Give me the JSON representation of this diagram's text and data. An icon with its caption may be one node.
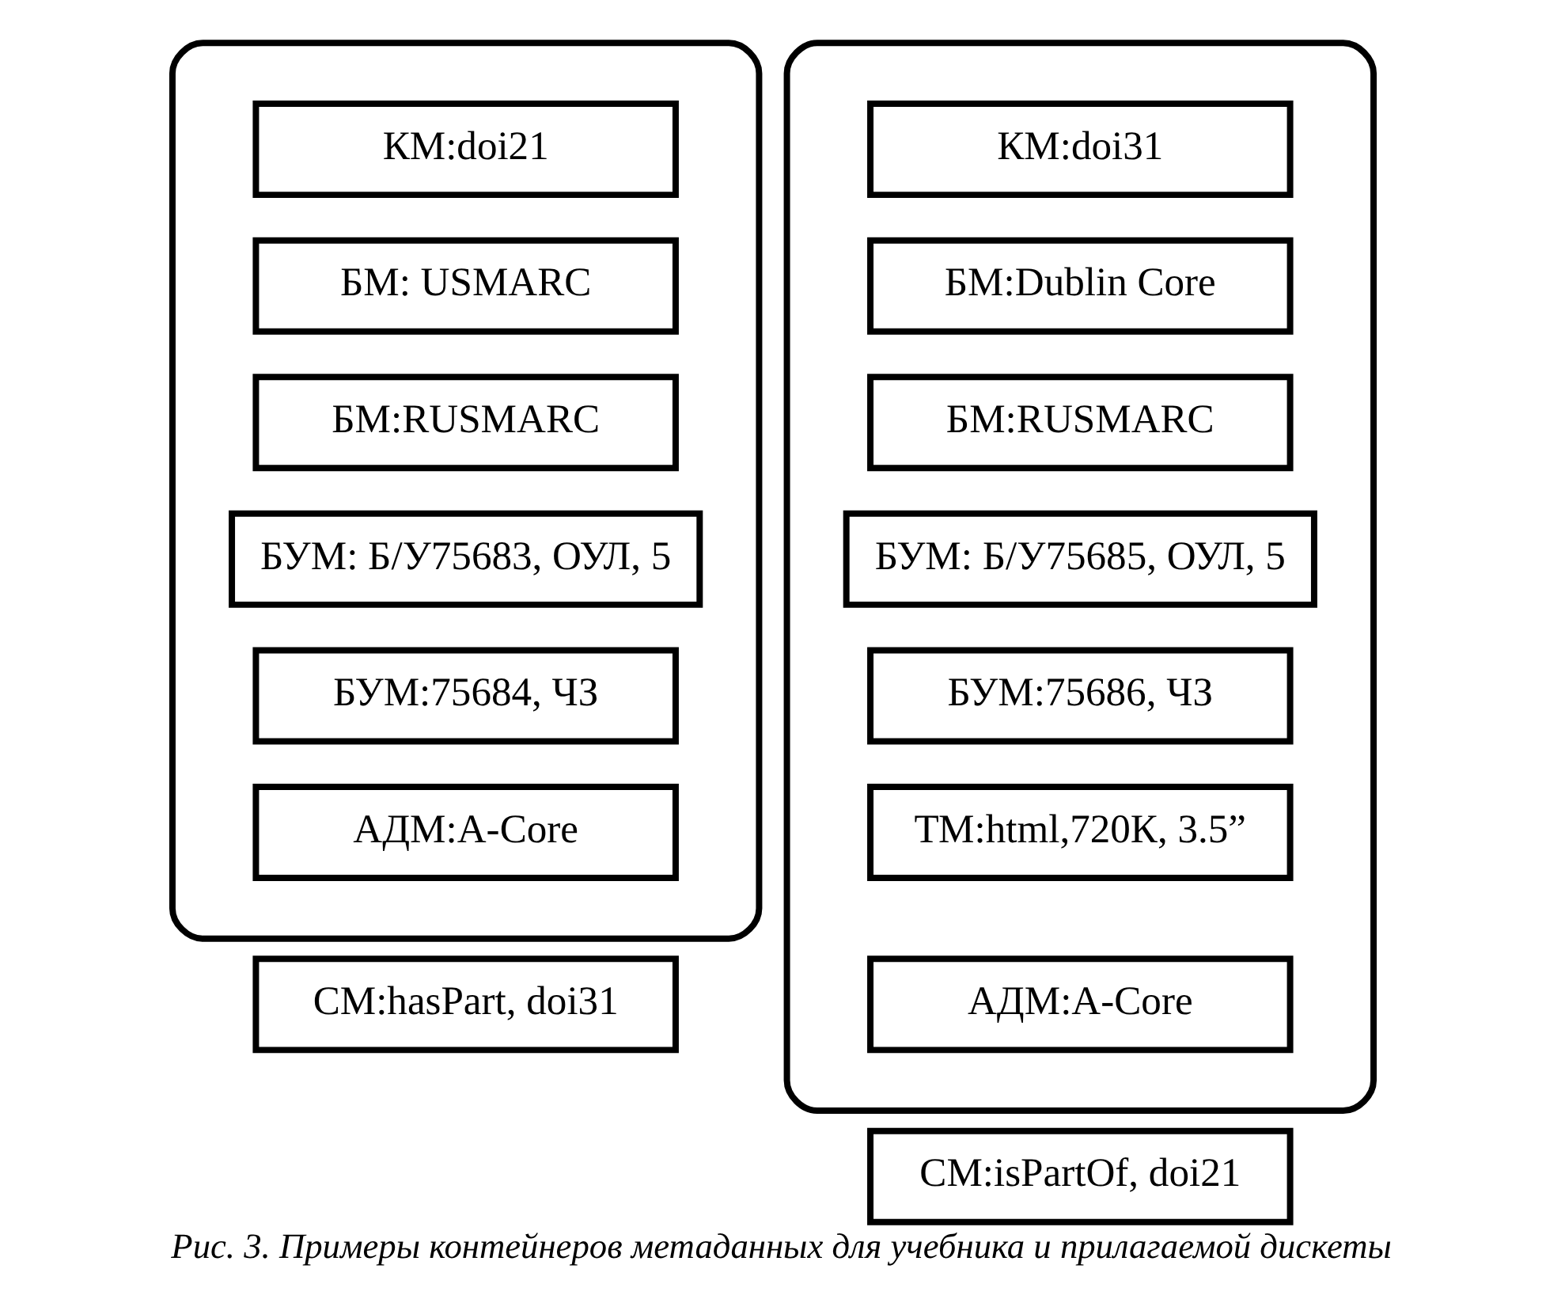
{
  "diagram": {
    "caption": "Рис. 3. Примеры контейнеров метаданных для учебника и прилагаемой дискеты",
    "nodes": [
      {
        "text": [],
        "shape": "box"
      },
      {
        "text": [
          "КМ:doi21"
        ],
        "in": 0
      },
      {
        "text": [
          "БМ: USMARC"
        ],
        "in": 0
      },
      {
        "text": [
          "БМ:RUSMARC"
        ],
        "in": 0
      },
      {
        "text": [
          "БУМ: Б/У75683, ОУЛ, 5"
        ],
        "in": 0
      },
      {
        "text": [
          "БУМ:75684, ЧЗ"
        ],
        "in": 0
      },
      {
        "text": [
          "АДМ:A-Core"
        ],
        "in": 0
      },
      {
        "text": [
          "СМ:hasPart, doi31"
        ]
      },
      {
        "text": [],
        "shape": "box"
      },
      {
        "text": [
          "КМ:doi31"
        ],
        "in": 8
      },
      {
        "text": [
          "БМ:Dublin Core"
        ],
        "in": 8
      },
      {
        "text": [
          "БМ:RUSMARC"
        ],
        "in": 8
      },
      {
        "text": [
          "БУМ: Б/У75685, ОУЛ, 5"
        ],
        "in": 8
      },
      {
        "text": [
          "БУМ:75686, ЧЗ"
        ],
        "in": 8
      },
      {
        "text": [
          "ТМ:html,720К, 3.5”"
        ],
        "in": 8
      },
      {
        "text": [
          "АДМ:A-Core"
        ],
        "in": 8
      },
      {
        "text": [
          "СМ:isPartOf, doi21"
        ]
      }
    ],
    "edges": []
  }
}
